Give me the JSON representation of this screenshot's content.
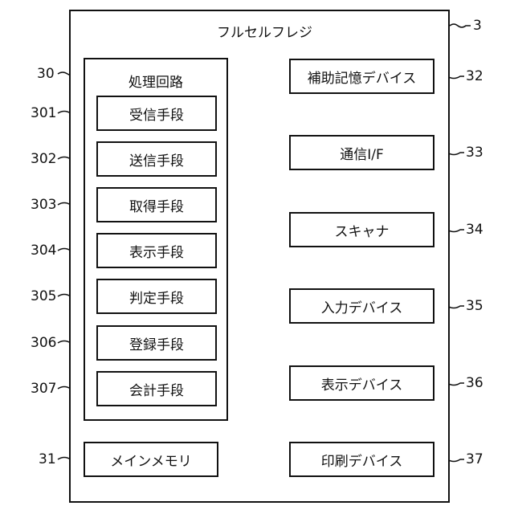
{
  "device": {
    "title": "フルセルフレジ",
    "ref": "3"
  },
  "processing_circuit": {
    "title": "処理回路",
    "ref": "30",
    "units": [
      {
        "label": "受信手段",
        "ref": "301"
      },
      {
        "label": "送信手段",
        "ref": "302"
      },
      {
        "label": "取得手段",
        "ref": "303"
      },
      {
        "label": "表示手段",
        "ref": "304"
      },
      {
        "label": "判定手段",
        "ref": "305"
      },
      {
        "label": "登録手段",
        "ref": "306"
      },
      {
        "label": "会計手段",
        "ref": "307"
      }
    ]
  },
  "main_memory": {
    "label": "メインメモリ",
    "ref": "31"
  },
  "peripherals": [
    {
      "label": "補助記憶デバイス",
      "ref": "32"
    },
    {
      "label": "通信I/F",
      "ref": "33"
    },
    {
      "label": "スキャナ",
      "ref": "34"
    },
    {
      "label": "入力デバイス",
      "ref": "35"
    },
    {
      "label": "表示デバイス",
      "ref": "36"
    },
    {
      "label": "印刷デバイス",
      "ref": "37"
    }
  ]
}
